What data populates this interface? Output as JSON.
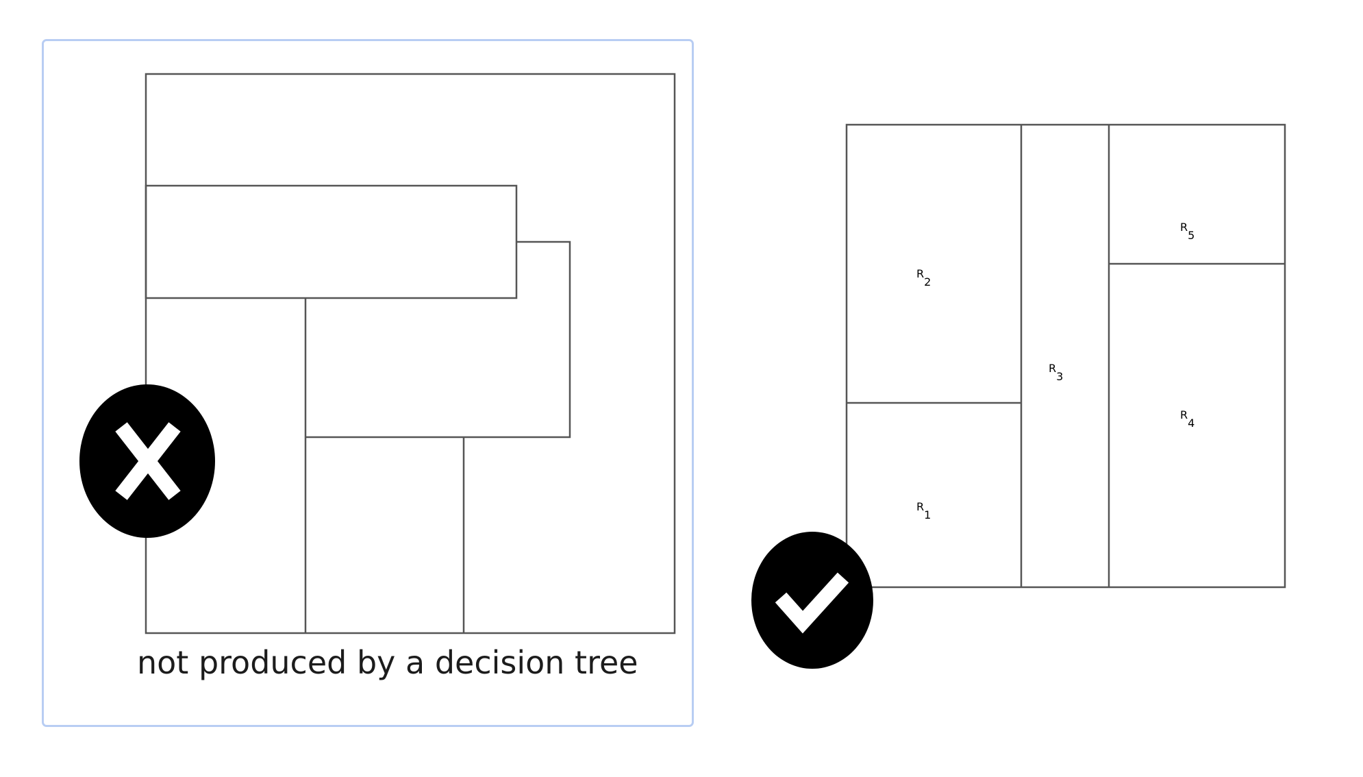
{
  "left_panel": {
    "caption": "not produced by a decision tree",
    "status_icon": "cross-icon"
  },
  "right_panel": {
    "status_icon": "check-icon",
    "regions": [
      {
        "letter": "R",
        "sub": "1"
      },
      {
        "letter": "R",
        "sub": "2"
      },
      {
        "letter": "R",
        "sub": "3"
      },
      {
        "letter": "R",
        "sub": "4"
      },
      {
        "letter": "R",
        "sub": "5"
      }
    ]
  },
  "colors": {
    "frame_border": "#b8cdf3",
    "line": "#555555",
    "icon": "#000000"
  }
}
